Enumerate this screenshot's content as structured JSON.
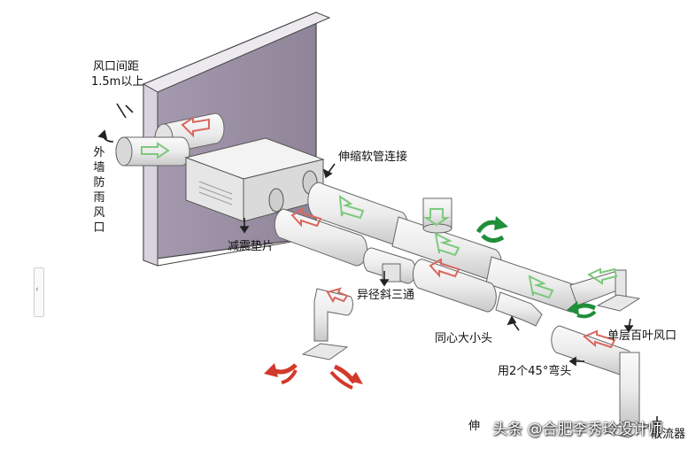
{
  "labels": {
    "spacing_line1": "风口间距",
    "spacing_line2": "1.5m以上",
    "outer_wall_cap": "外墙防雨风口",
    "flex_duct": "伸缩软管连接",
    "damper_pad": "减震垫片",
    "reducing_tee": "异径斜三通",
    "concentric_reducer": "同心大小头",
    "single_louver": "单层百叶风口",
    "elbow_45": "用2个45°弯头",
    "diffuser": "散流器",
    "bottom_left_partial": "伸"
  },
  "watermark": "头条 @合肥李秀玲设计师",
  "side_handle_glyph": "‹",
  "colors": {
    "wall": "#9a8fa3",
    "wall_top": "#ece9ef",
    "duct_fill": "#f4f4f4",
    "duct_stroke": "#6a6a6a",
    "arrow_red": "#d9675e",
    "arrow_green": "#7dc97d",
    "swirl_green": "#1f8f3a",
    "swirl_red": "#d2392b"
  }
}
